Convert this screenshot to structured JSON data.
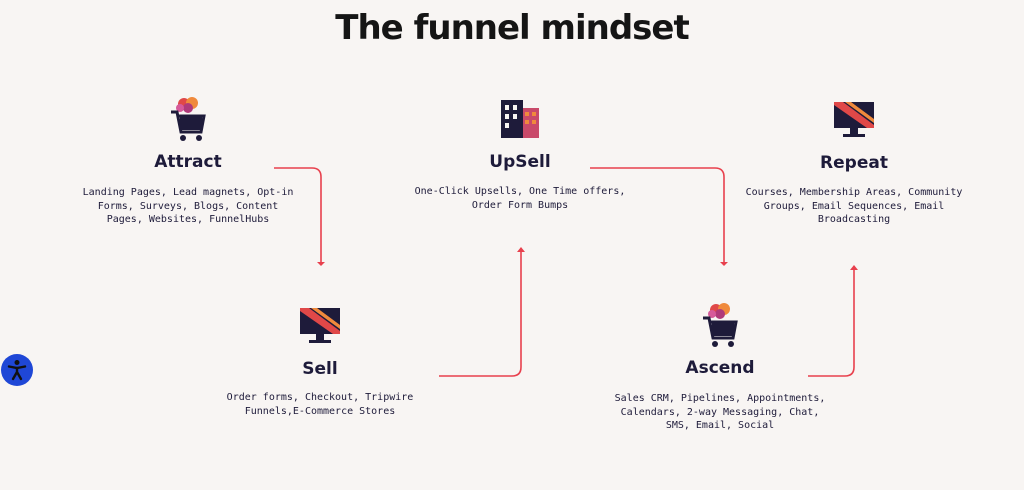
{
  "title": "The funnel mindset",
  "stages": {
    "attract": {
      "label": "Attract",
      "icon": "shopping-cart-icon",
      "description": "Landing Pages, Lead magnets, Opt-in Forms, Surveys, Blogs, Content Pages, Websites, FunnelHubs"
    },
    "sell": {
      "label": "Sell",
      "icon": "monitor-icon",
      "description": "Order forms, Checkout, Tripwire Funnels,E-Commerce Stores"
    },
    "upsell": {
      "label": "UpSell",
      "icon": "building-icon",
      "description": "One-Click Upsells, One Time offers, Order Form Bumps"
    },
    "ascend": {
      "label": "Ascend",
      "icon": "shopping-cart-icon",
      "description": "Sales CRM, Pipelines, Appointments, Calendars, 2-way Messaging, Chat, SMS, Email, Social"
    },
    "repeat": {
      "label": "Repeat",
      "icon": "monitor-icon",
      "description": "Courses, Membership Areas, Community Groups, Email Sequences, Email Broadcasting"
    }
  },
  "colors": {
    "arrow": "#e8404d",
    "accent_blue": "#1f47d6",
    "text": "#1e1b3a"
  },
  "accessibility_button": {
    "icon": "accessibility-icon"
  }
}
